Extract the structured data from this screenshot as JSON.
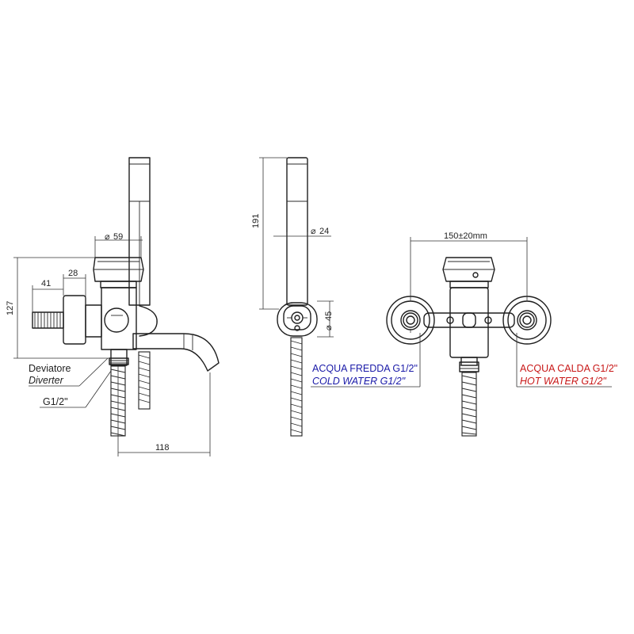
{
  "dimensions": {
    "d59": "59",
    "d28": "28",
    "d41": "41",
    "d127": "127",
    "d118": "118",
    "d191": "191",
    "d24": "24",
    "d45": "45",
    "d150": "150±20mm"
  },
  "labels": {
    "deviatore": "Deviatore",
    "diverter": "Diverter",
    "g12": "G1/2\"",
    "cold_it": "ACQUA FREDDA G1/2\"",
    "cold_en": "COLD WATER G1/2\"",
    "hot_it": "ACQUA CALDA G1/2\"",
    "hot_en": "HOT WATER G1/2\""
  },
  "colors": {
    "line": "#1e1e1e",
    "cold": "#1a1aa8",
    "hot": "#c81818"
  }
}
